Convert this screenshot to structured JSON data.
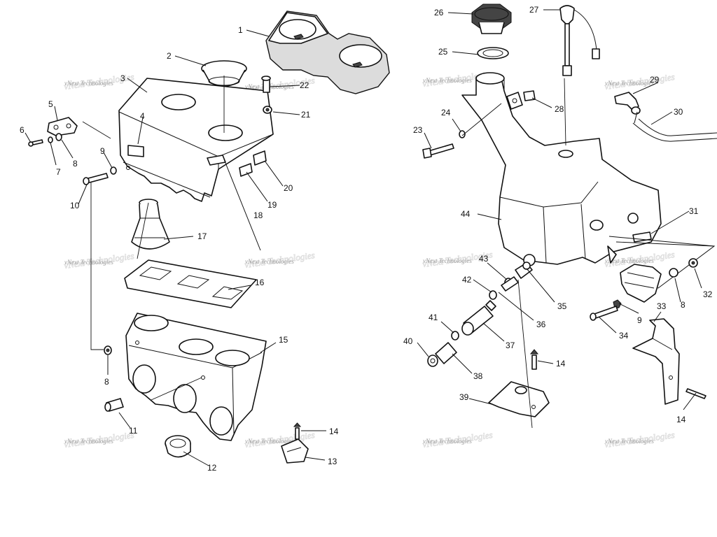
{
  "watermark": {
    "text": "vNext Technologies"
  },
  "callouts": {
    "c1": "1",
    "c2": "2",
    "c3": "3",
    "c4": "4",
    "c5": "5",
    "c6": "6",
    "c7": "7",
    "c8": "8",
    "c9": "9",
    "c10": "10",
    "c11": "11",
    "c12": "12",
    "c13": "13",
    "c14": "14",
    "c15": "15",
    "c16": "16",
    "c17": "17",
    "c18": "18",
    "c19": "19",
    "c20": "20",
    "c21": "21",
    "c22": "22",
    "c23": "23",
    "c24": "24",
    "c25": "25",
    "c26": "26",
    "c27": "27",
    "c28": "28",
    "c29": "29",
    "c30": "30",
    "c31": "31",
    "c32": "32",
    "c33": "33",
    "c34": "34",
    "c35": "35",
    "c36": "36",
    "c37": "37",
    "c38": "38",
    "c39": "39",
    "c40": "40",
    "c41": "41",
    "c42": "42",
    "c43": "43",
    "c44": "44"
  }
}
